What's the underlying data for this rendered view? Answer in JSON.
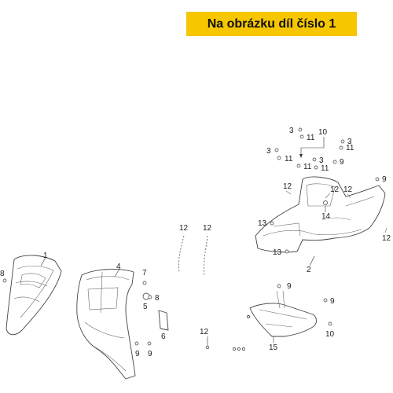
{
  "banner": {
    "text": "Na obrázku díl číslo 1",
    "color": "#f6c600"
  },
  "callouts": {
    "c1": "1",
    "c2": "2",
    "c3a": "3",
    "c3b": "3",
    "c3c": "3",
    "c3d": "3",
    "c4": "4",
    "c5": "5",
    "c6": "6",
    "c7": "7",
    "c8a": "8",
    "c8b": "8",
    "c9a": "9",
    "c9b": "9",
    "c9c": "9",
    "c9d": "9",
    "c9e": "9",
    "c10a": "10",
    "c10b": "10",
    "c11a": "11",
    "c11b": "11",
    "c11c": "11",
    "c11d": "11",
    "c11e": "11",
    "c12a": "12",
    "c12b": "12",
    "c12c": "12",
    "c12d": "12",
    "c12e": "12",
    "c12f": "12",
    "c12g": "12",
    "c13a": "13",
    "c13b": "13",
    "c14": "14",
    "c15": "15"
  }
}
